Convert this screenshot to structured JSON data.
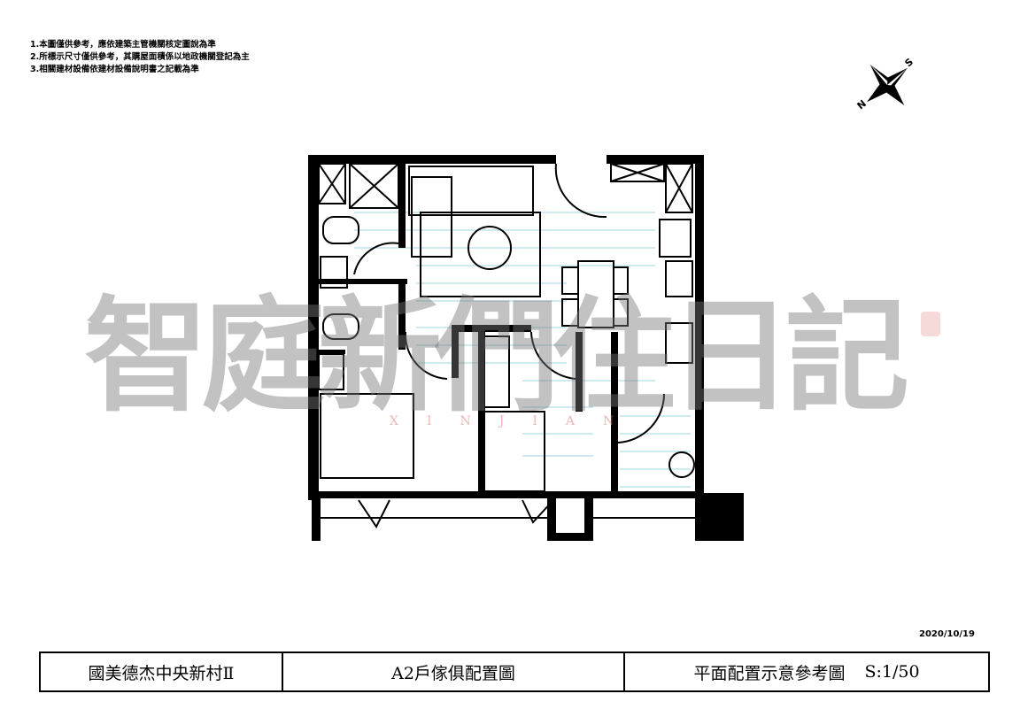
{
  "notes": [
    "1.本圖僅供參考，應依建築主管機關核定圖說為準",
    "2.所標示尺寸僅供參考，其購屋面積係以地政機關登記為主",
    "3.相關建材設備依建材設備說明書之記載為準"
  ],
  "compass": {
    "north": "N",
    "south": "S"
  },
  "watermark": {
    "text": "智庭新們住日記",
    "sub": "XINJIAN"
  },
  "date": "2020/10/19",
  "title_block": {
    "project": "國美德杰中央新村Ⅱ",
    "drawing": "A2戶傢俱配置圖",
    "description": "平面配置示意參考圖",
    "scale": "S:1/50"
  }
}
